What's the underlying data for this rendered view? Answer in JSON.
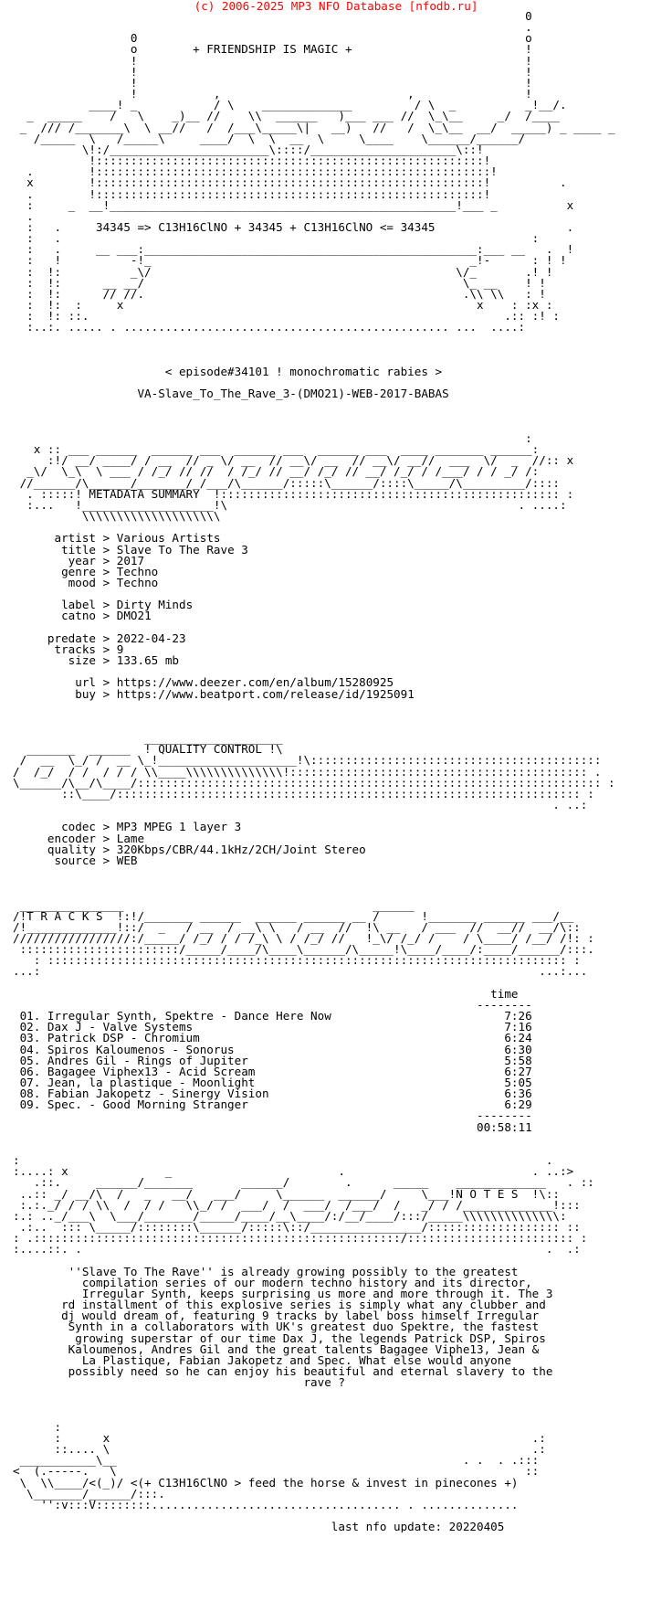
{
  "header": {
    "copyright": "(c) 2006-2025 MP3 NFO Database [nfodb.ru]"
  },
  "colors": {
    "header_text": "#ff0000",
    "body_text": "#000000",
    "background": "#ffffff"
  },
  "nfo": {
    "banner": "                                                                          0\n                                                                          .\n                 0                                                        o\n                 o        + FRIENDSHIP IS MAGIC +                         !\n                 !                                                        !\n                 !                                                        !\n                 !                                                        !\n                 !           ,                           ,                !\n           ____! _           / \\    _____________         / \\  _          _!__/.\n  _  _____    /   \\    _)__ //    \\\\  ______   )___ ___ //  \\_\\__     _/  /____\n _  /// /_______\\  \\ __//   /  /___\\_____\\|   __)   //   /  \\_\\__  __/  _____) _ ____ _\n   /_____  \\   /_____\\     ____/  \\  \\  __  \\     \\____    \\______/______/\n          \\!:/_______________________\\::::/_____________________\\::!\n           !::::::::::::::::::::::::::::::::::::::::::::::::::::::::!\n  .        !:::::::::::::::::::::::::::::::::::::::::::::::::::::::::!\n  x        !::::::::::::::::::::::::::::::::::::::::::::::::::::::::!          .\n  .        !::::::::::::::::::::::::::::::::::::::::::::::::::::::::!\n  :     _  __!__________________________________________________!___ _          x\n  .\n  :   .     34345 => C13H16ClNO + 34345 + C13H16ClNO <= 34345                   .\n  :   .                                                                    :\n  :   .     __ ___:________________________________________________:___ __   .  !\n  :   !          -!_                                              _!-      : ! !\n  :  !:          _\\/                                            \\/_       .! !\n  :  !:      __ __/                                              \\_ __    ! !\n  :  !:      // //.                                              .\\\\ \\\\   : !\n  :  !:  :     x                                                   x    : :x :\n  :  !: ::.                                                            .:: :! :\n  :..:. ..... . ............................................... ...  ....:",
    "episode": "                      < episode#34101 ! monochromatic rabies >",
    "release": "                  VA-Slave_To_The_Rave_3-(DMO21)-WEB-2017-BABAS",
    "metadata_banner": "                                                                          :\n   x :: ___ ______  ______ ___  ______ ___  ______ ___  ____ _______ ______:\n     :!/ __/ ____/ / __  // _ \\/ __  // __\\/ __  // __\\/ __//  ___  \\/  _  //:: x\n  _\\/  \\_\\  \\ ___ / /_/ // //  / /_/ // __/ /_/ // __/ /_/ / /___/ / / _/ /:\n //______/\\______/_______/_/___/\\______/:::::\\______/::::\\_____/\\_________/::::\n  . :::::! METADATA SUMMARY  !::::::::::::::::::::::::::::::::::::::::::::::::: :\n  :...   !___________________!\\                                          . ....:\n          \\\\\\\\\\\\\\\\\\\\\\\\\\\\\\\\\\\\\\\\",
    "metadata": [
      {
        "key": "      artist",
        "value": "Various Artists"
      },
      {
        "key": "       title",
        "value": "Slave To The Rave 3"
      },
      {
        "key": "        year",
        "value": "2017"
      },
      {
        "key": "       genre",
        "value": "Techno"
      },
      {
        "key": "        mood",
        "value": "Techno"
      },
      {
        "key": "",
        "value": ""
      },
      {
        "key": "       label",
        "value": "Dirty Minds"
      },
      {
        "key": "       catno",
        "value": "DMO21"
      },
      {
        "key": "",
        "value": ""
      },
      {
        "key": "     predate",
        "value": "2022-04-23"
      },
      {
        "key": "      tracks",
        "value": "9"
      },
      {
        "key": "        size",
        "value": "133.65 mb"
      },
      {
        "key": "",
        "value": ""
      },
      {
        "key": "         url",
        "value": "https://www.deezer.com/en/album/15280925"
      },
      {
        "key": "         buy",
        "value": "https://www.beatport.com/release/id/1925091"
      }
    ],
    "quality_banner": "                   ____________________\n  _______  ______  ! QUALITY CONTROL !\\\n /  __  \\_/ /  __ \\_!____________________!\\::::::::::::::::::::::::::::::::::::::::::\n/  /_/  / /  / / / \\\\____\\\\\\\\\\\\\\\\\\\\\\\\\\\\!::::::::::::::::::::::::::::::::::::::::::: .\n\\______/\\__/\\____/::::::::::::::::::::::::::::::::::::::::::::::::::::::::::::::::::: :\n       ::\\____/::::::::::::::::::::::::::::::::::::::::::::::::::::::::::::::::::: :\n                                                                              . ..:",
    "quality": [
      {
        "key": "       codec",
        "value": "MP3 MPEG 1 layer 3"
      },
      {
        "key": "     encoder",
        "value": "Lame"
      },
      {
        "key": "     quality",
        "value": "320Kbps/CBR/44.1kHz/2CH/Joint Stereo"
      },
      {
        "key": "      source",
        "value": "WEB"
      }
    ],
    "tracks_banner": " _______________                                    ______\n/!T R A C K S  !:!/_______ ______  ______ ______ __ /      !_______ ______ ___/__\n/!_____________!::/  _   / __  / __\\ \\   / __  //  !\\ __   / ___  //  __//  __/\\::\n/////////////////:/_____/ /_/ / / /_\\ \\ / /_/ //   !_\\/ /_/ /    / \\____/ /__/ /!: :\n :::::::::::::::::::::::/_____/____/\\____\\______/\\_____!\\____/____/:____/______/:::.\n   : ::::::::::::::::::::::::::::::::::::::::::::::::::::::::::::::::::::::::::: :\n...:                                                                        ...:...",
    "tracks_header": "                                                                     time\n                                                                   --------",
    "tracks": [
      {
        "title": " 01. Irregular Synth, Spektre - Dance Here Now",
        "time": "7:26"
      },
      {
        "title": " 02. Dax J - Valve Systems",
        "time": "7:16"
      },
      {
        "title": " 03. Patrick DSP - Chromium",
        "time": "6:24"
      },
      {
        "title": " 04. Spiros Kaloumenos - Sonorus",
        "time": "6:30"
      },
      {
        "title": " 05. Andres Gil - Rings of Jupiter",
        "time": "5:58"
      },
      {
        "title": " 06. Bagagee Viphex13 - Acid Scream",
        "time": "6:27"
      },
      {
        "title": " 07. Jean, la plastique - Moonlight",
        "time": "5:05"
      },
      {
        "title": " 08. Fabian Jakopetz - Sinergy Vision",
        "time": "6:36"
      },
      {
        "title": " 09. Spec. - Good Morning Stranger",
        "time": "6:29"
      }
    ],
    "tracks_footer": "                                                                   --------\n                                                                   00:58:11",
    "notes_banner": ":                                                                            .\n:....: x              _                        .                           . ..:>\n   .::.     ______/_______       ______/        .      _____    _____________   . ::\n ..:: _/ __/\\  /   _   __/   ___/     \\______  ______/     \\___!N O T E S  !\\::\n :.:._/ / / \\\\  /  / /   \\\\_/ /  ___/  /  ___/  /___/  /   _/ / /_____________!:::\n:.: .._/___\\  \\___/_______/_____/____/__\\____/:/__/____/:::/_____\\\\\\\\\\\\\\\\\\\\\\\\\\\\:\n .:..  ::: \\_____/::::::::\\______/:::::\\::/________________/::::::::::::::::::: ::\n: .:::::::::::::::::::::::::::::::::::::::::::::::::::::/:::::::::::::::::::::::: :\n:....::. .                                                                   .  .:",
    "notes": "        ''Slave To The Rave'' is already growing possibly to the greatest\n          compilation series of our modern techno history and its director,\n          Irregular Synth, keeps surprising us more and more through it. The 3\n       rd installment of this explosive series is simply what any clubber and\n       dj would dream of, featuring 9 tracks by label boss himself Irregular\n        Synth in a collaborators with UK's greatest duo Spektre, the fastest\n         growing superstar of our time Dax J, the legends Patrick DSP, Spiros\n        Kaloumenos, Andres Gil and the great talents Bagagee Viphe13, Jean &\n          La Plastique, Fabian Jakopetz and Spec. What else would anyone\n        possibly need so he can enjoy his beautiful and eternal slavery to the\n                                          rave ?",
    "footer_art": "      :\n      :      x                                                             .:\n      ::.... \\                                                             .:\n ___________\\__                                                  . .  . .:::\n<  (.-----.   \\                                                           ::\n \\  \\\\____/<(_)/ <(+ C13H16ClNO > feed the horse & invest in pinecones +)\n  \\_______/______/:::.\n    '':v:::V::::::::.................................... . ..............",
    "last_update": "                                              last nfo update: 20220405"
  }
}
